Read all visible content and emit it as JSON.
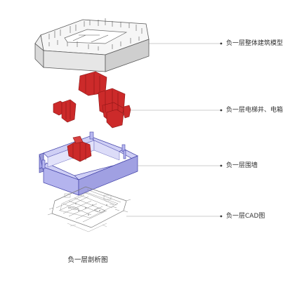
{
  "layers": [
    {
      "label": "负一层整体建筑模型"
    },
    {
      "label": "负一层电梯井、电箱"
    },
    {
      "label": "负一层围墙"
    },
    {
      "label": "负一层CAD图"
    }
  ],
  "caption": "负一层剖析图",
  "colors": {
    "model_face": "#f4f4f4",
    "model_edge": "#5a5a5a",
    "elevator_fill": "#cc2a2a",
    "elevator_edge": "#8a1515",
    "wall_fill": "#b8b8f0",
    "wall_edge": "#4242a8",
    "cad_line": "#8a8a8a",
    "leader_line": "#999999"
  }
}
